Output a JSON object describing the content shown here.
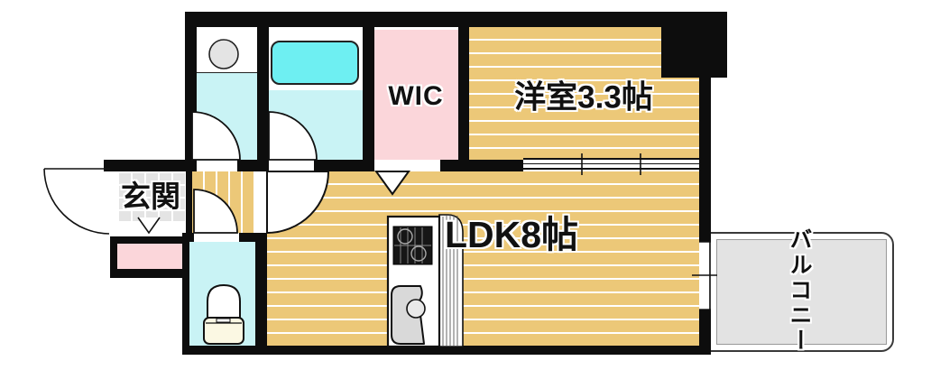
{
  "rooms": {
    "western": {
      "label": "洋室3.3帖"
    },
    "wic": {
      "label": "WIC"
    },
    "ldk": {
      "label": "LDK8帖"
    },
    "entrance": {
      "label": "玄関"
    },
    "balcony": {
      "label": "バルコニー"
    }
  },
  "fixtures": {
    "toilet": "toilet-icon",
    "bathtub": "bathtub-icon",
    "wash_basin": "wash-basin-icon",
    "gas_stove": "gas-stove-icon",
    "kitchen_sink": "kitchen-sink-icon",
    "entrance_door": "door-swing-icon"
  },
  "colors": {
    "wall": "#0d0d0d",
    "wood": "#ecc878",
    "water": "#c9f3f5",
    "tub": "#6eeff2",
    "pink": "#fbd6da",
    "tile": "#e4e4e4",
    "balcony": "#e3e3e3"
  }
}
